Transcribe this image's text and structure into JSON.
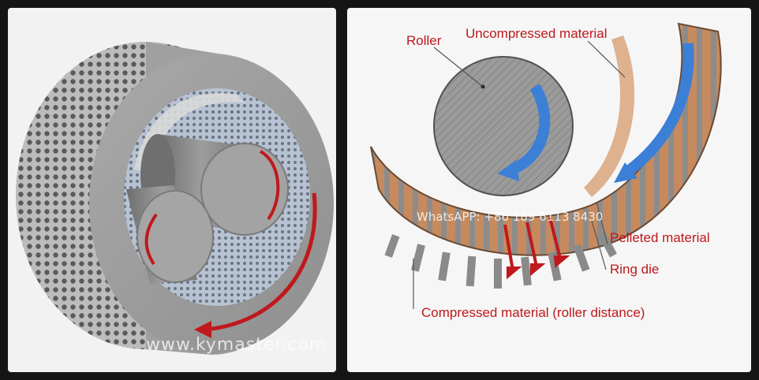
{
  "left_panel": {
    "watermark": "www.kymaster.com"
  },
  "right_panel": {
    "labels": {
      "roller": "Roller",
      "uncompressed": "Uncompressed material",
      "pelleted": "Pelleted material",
      "ring_die": "Ring die",
      "compressed": "Compressed material (roller distance)"
    },
    "watermark": "WhatsAPP: +86 189 6113 8430"
  },
  "colors": {
    "label_red": "#c0181c",
    "flow_arrow_blue": "#3b7fd6",
    "die_copper": "#c68a5e",
    "die_steel": "#8c8c8c",
    "roller_gray": "#9a9a9a"
  }
}
